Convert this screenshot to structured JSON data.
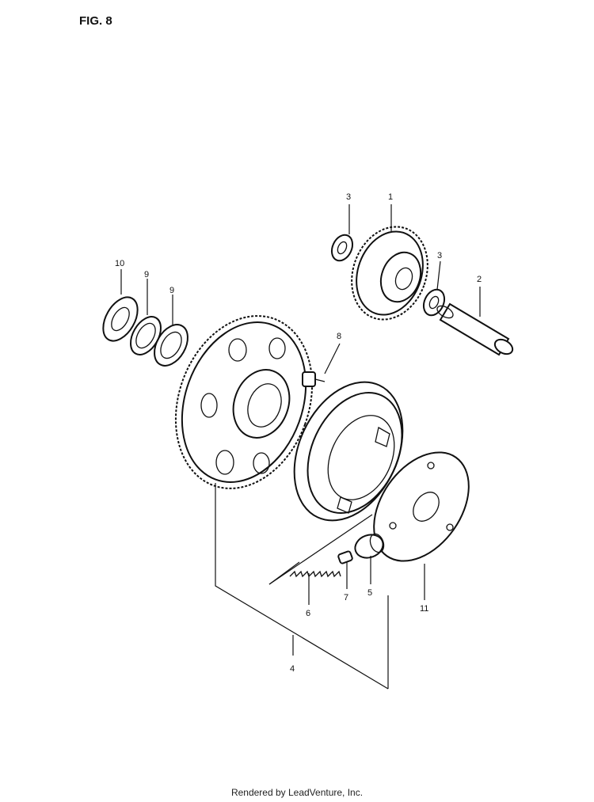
{
  "figure": {
    "title": "FIG. 8",
    "footer": "Rendered by LeadVenture, Inc."
  },
  "callouts": [
    {
      "id": "1",
      "label": "1"
    },
    {
      "id": "2",
      "label": "2"
    },
    {
      "id": "3a",
      "label": "3"
    },
    {
      "id": "3b",
      "label": "3"
    },
    {
      "id": "4",
      "label": "4"
    },
    {
      "id": "5",
      "label": "5"
    },
    {
      "id": "6",
      "label": "6"
    },
    {
      "id": "7",
      "label": "7"
    },
    {
      "id": "8",
      "label": "8"
    },
    {
      "id": "9a",
      "label": "9"
    },
    {
      "id": "9b",
      "label": "9"
    },
    {
      "id": "10",
      "label": "10"
    },
    {
      "id": "11",
      "label": "11"
    }
  ],
  "colors": {
    "ink": "#111111",
    "paper": "#ffffff"
  }
}
